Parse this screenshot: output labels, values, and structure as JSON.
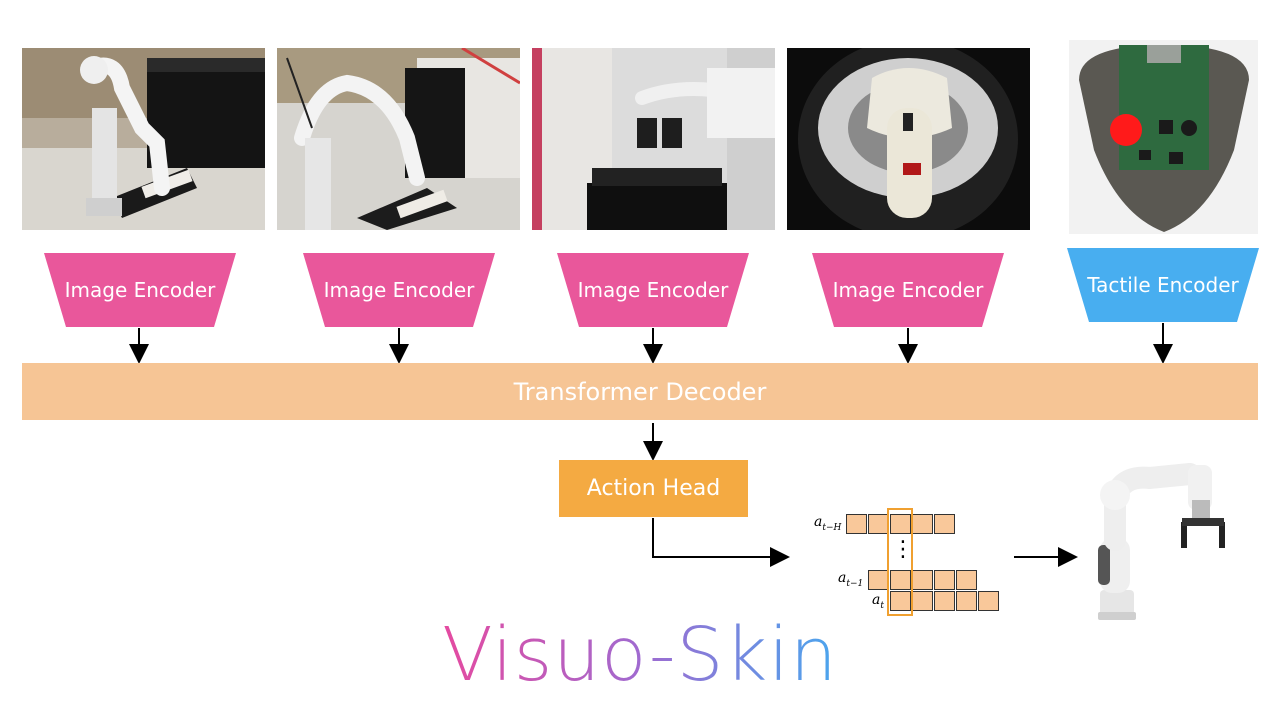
{
  "encoders": {
    "image_1": "Image Encoder",
    "image_2": "Image Encoder",
    "image_3": "Image Encoder",
    "image_4": "Image Encoder",
    "tactile": "Tactile Encoder"
  },
  "decoder_label": "Transformer Decoder",
  "action_head_label": "Action Head",
  "action_chunk": {
    "label_top": "a",
    "label_top_sub": "t−H",
    "label_mid": "a",
    "label_mid_sub": "t−1",
    "label_bottom": "a",
    "label_bottom_sub": "t",
    "dots": "⋮"
  },
  "title": "Visuo-Skin",
  "colors": {
    "image_encoder": "#e9579b",
    "tactile_encoder": "#48aef0",
    "decoder": "#f6c595",
    "action_head": "#f4aa42",
    "chunk_cell": "#f9c89a",
    "highlight": "#f0a030"
  }
}
